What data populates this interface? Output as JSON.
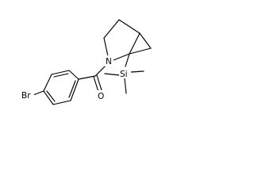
{
  "molecule": {
    "atoms": {
      "br": {
        "label": "Br",
        "color": "#000000"
      },
      "o": {
        "label": "O",
        "color": "#000000"
      },
      "n": {
        "label": "N",
        "color": "#000000"
      },
      "si": {
        "label": "Si",
        "color": "#000000"
      }
    },
    "bond_color": "#000000",
    "background": "#ffffff"
  }
}
